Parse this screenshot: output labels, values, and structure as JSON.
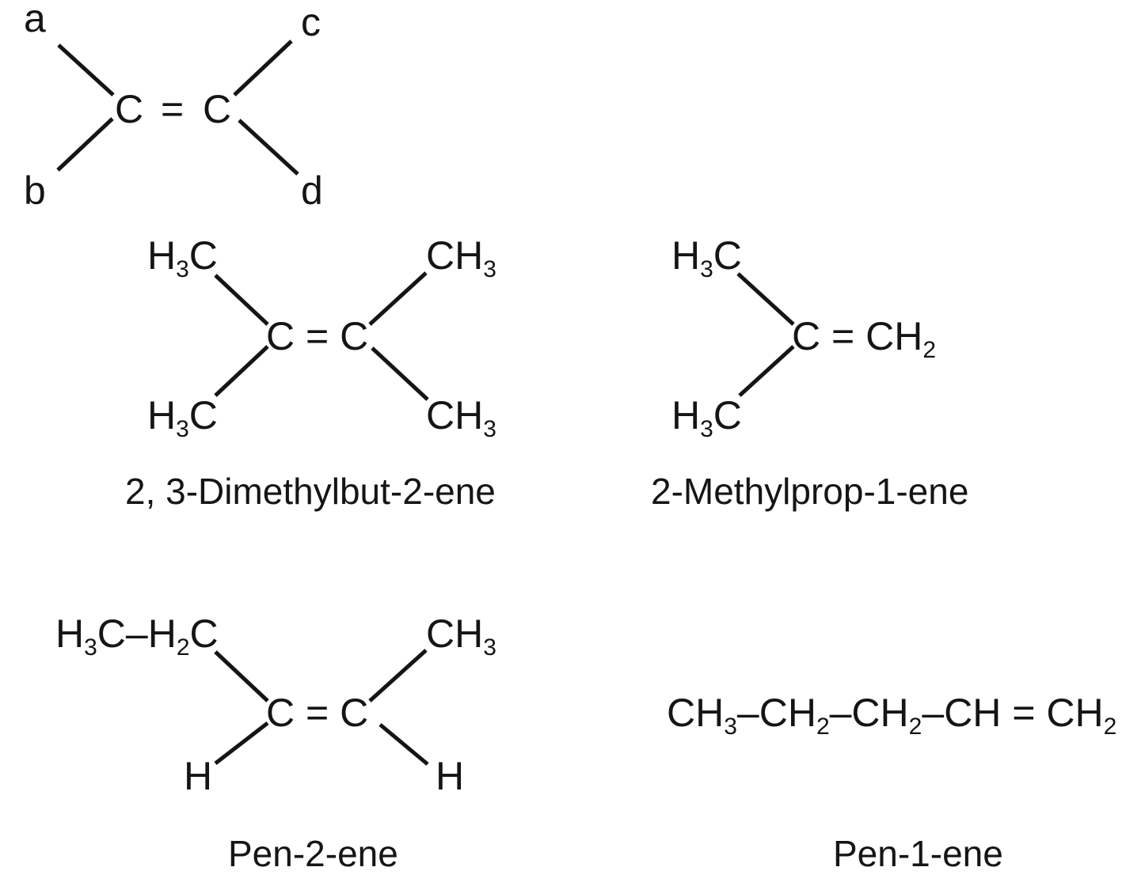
{
  "diagram": {
    "generic": {
      "a": "a",
      "b": "b",
      "c": "c",
      "d": "d",
      "c_left": "C",
      "double_bond": "=",
      "c_right": "C"
    },
    "dimethylbutene": {
      "tl_main": "H",
      "tl_sub": "3",
      "tl_tail": "C",
      "tr_main": "CH",
      "tr_sub": "3",
      "bl_main": "H",
      "bl_sub": "3",
      "bl_tail": "C",
      "br_main": "CH",
      "br_sub": "3",
      "core": "C = C",
      "caption": "2, 3-Dimethylbut-2-ene"
    },
    "methylpropene": {
      "tl_main": "H",
      "tl_sub": "3",
      "tl_tail": "C",
      "bl_main": "H",
      "bl_sub": "3",
      "bl_tail": "C",
      "core_main": "C = CH",
      "core_sub": "2",
      "caption": "2-Methylprop-1-ene"
    },
    "pent2ene": {
      "tl_1": "H",
      "tl_1_sub": "3",
      "tl_2": "C–H",
      "tl_2_sub": "2",
      "tl_3": "C",
      "tr_main": "CH",
      "tr_sub": "3",
      "bl": "H",
      "br": "H",
      "core": "C = C",
      "caption": "Pen-2-ene"
    },
    "pent1ene": {
      "p1": "CH",
      "p1_sub": "3",
      "p2": "–CH",
      "p2_sub": "2",
      "p3": "–CH",
      "p3_sub": "2",
      "p4": "–CH = CH",
      "p4_sub": "2",
      "caption": "Pen-1-ene"
    }
  }
}
